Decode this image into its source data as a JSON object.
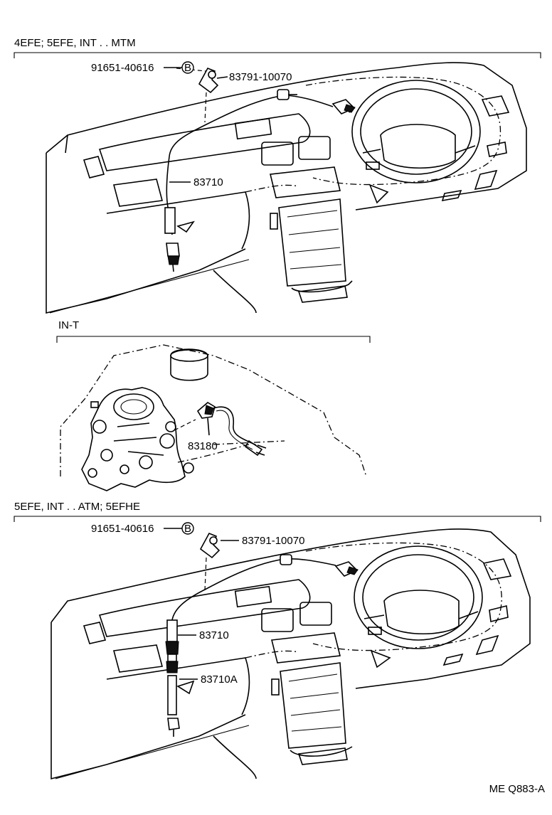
{
  "sections": {
    "top": {
      "title": "4EFE; 5EFE, INT . . MTM"
    },
    "middle": {
      "title": "IN-T"
    },
    "bottom": {
      "title": "5EFE, INT . . ATM; 5EFHE"
    }
  },
  "callouts": {
    "top_bolt": "91651-40616",
    "top_bolt_badge": "B",
    "top_clamp": "83791-10070",
    "top_cable": "83710",
    "mid_sensor": "83180",
    "bot_bolt": "91651-40616",
    "bot_bolt_badge": "B",
    "bot_clamp": "83791-10070",
    "bot_cable": "83710",
    "bot_cable_a": "83710A"
  },
  "footer": {
    "code": "ME Q883-A"
  }
}
